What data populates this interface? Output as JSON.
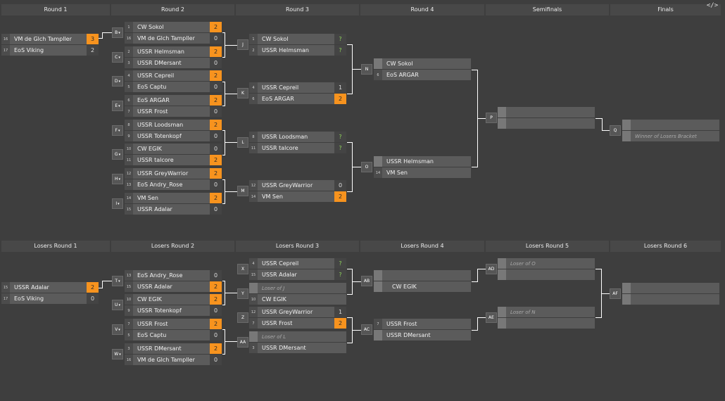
{
  "headers": {
    "upper": [
      "Round 1",
      "Round 2",
      "Round 3",
      "Round 4",
      "Semifinals",
      "Finals"
    ],
    "lower": [
      "Losers Round 1",
      "Losers Round 2",
      "Losers Round 3",
      "Losers Round 4",
      "Losers Round 5",
      "Losers Round 6"
    ]
  },
  "embed_icon": "</>",
  "matches": [
    {
      "label": "",
      "p": [
        {
          "seed": "16",
          "name": "VM de Glch Tampller",
          "score": "3",
          "win": true
        },
        {
          "seed": "17",
          "name": "EoS Viking",
          "score": "2"
        }
      ]
    },
    {
      "label": "B",
      "p": [
        {
          "seed": "1",
          "name": "CW Sokol",
          "score": "2",
          "win": true
        },
        {
          "seed": "16",
          "name": "VM de Glch Tampller",
          "score": "0"
        }
      ]
    },
    {
      "label": "C",
      "p": [
        {
          "seed": "2",
          "name": "USSR Helmsman",
          "score": "2",
          "win": true
        },
        {
          "seed": "3",
          "name": "USSR DMersant",
          "score": "0"
        }
      ]
    },
    {
      "label": "D",
      "p": [
        {
          "seed": "4",
          "name": "USSR Cepreil",
          "score": "2",
          "win": true
        },
        {
          "seed": "5",
          "name": "EoS Captu",
          "score": "0"
        }
      ]
    },
    {
      "label": "E",
      "p": [
        {
          "seed": "6",
          "name": "EoS ARGAR",
          "score": "2",
          "win": true
        },
        {
          "seed": "7",
          "name": "USSR Frost",
          "score": "0"
        }
      ]
    },
    {
      "label": "F",
      "p": [
        {
          "seed": "8",
          "name": "USSR Loodsman",
          "score": "2",
          "win": true
        },
        {
          "seed": "9",
          "name": "USSR Totenkopf",
          "score": "0"
        }
      ]
    },
    {
      "label": "G",
      "p": [
        {
          "seed": "10",
          "name": "CW EGIK",
          "score": "0"
        },
        {
          "seed": "11",
          "name": "USSR talcore",
          "score": "2",
          "win": true
        }
      ]
    },
    {
      "label": "H",
      "p": [
        {
          "seed": "12",
          "name": "USSR GreyWarrior",
          "score": "2",
          "win": true
        },
        {
          "seed": "13",
          "name": "EoS Andry_Rose",
          "score": "0"
        }
      ]
    },
    {
      "label": "I",
      "p": [
        {
          "seed": "14",
          "name": "VM Sen",
          "score": "2",
          "win": true
        },
        {
          "seed": "15",
          "name": "USSR Adalar",
          "score": "0"
        }
      ]
    },
    {
      "label": "J",
      "p": [
        {
          "seed": "1",
          "name": "CW Sokol",
          "score": "?",
          "q": true
        },
        {
          "seed": "2",
          "name": "USSR Helmsman",
          "score": "?",
          "q": true
        }
      ]
    },
    {
      "label": "K",
      "p": [
        {
          "seed": "4",
          "name": "USSR Cepreil",
          "score": "1"
        },
        {
          "seed": "6",
          "name": "EoS ARGAR",
          "score": "2",
          "win": true
        }
      ]
    },
    {
      "label": "L",
      "p": [
        {
          "seed": "8",
          "name": "USSR Loodsman",
          "score": "?",
          "q": true
        },
        {
          "seed": "11",
          "name": "USSR talcore",
          "score": "?",
          "q": true
        }
      ]
    },
    {
      "label": "M",
      "p": [
        {
          "seed": "12",
          "name": "USSR GreyWarrior",
          "score": "0"
        },
        {
          "seed": "14",
          "name": "VM Sen",
          "score": "2",
          "win": true
        }
      ]
    },
    {
      "label": "N",
      "p": [
        {
          "seed": "",
          "name": "CW Sokol"
        },
        {
          "seed": "6",
          "name": "EoS ARGAR"
        }
      ]
    },
    {
      "label": "O",
      "p": [
        {
          "seed": "",
          "name": "USSR Helmsman"
        },
        {
          "seed": "14",
          "name": "VM Sen"
        }
      ]
    },
    {
      "label": "P",
      "p": [
        {
          "seed": "",
          "name": ""
        },
        {
          "seed": "",
          "name": ""
        }
      ]
    },
    {
      "label": "Q",
      "p": [
        {
          "seed": "",
          "name": ""
        },
        {
          "seed": "",
          "name": "Winner of Losers Bracket",
          "ph": true
        }
      ]
    },
    {
      "label": "",
      "p": [
        {
          "seed": "15",
          "name": "USSR Adalar",
          "score": "2",
          "win": true
        },
        {
          "seed": "17",
          "name": "EoS Viking",
          "score": "0"
        }
      ]
    },
    {
      "label": "T",
      "p": [
        {
          "seed": "13",
          "name": "EoS Andry_Rose",
          "score": "0"
        },
        {
          "seed": "15",
          "name": "USSR Adalar",
          "score": "2",
          "win": true
        }
      ]
    },
    {
      "label": "U",
      "p": [
        {
          "seed": "10",
          "name": "CW EGIK",
          "score": "2",
          "win": true
        },
        {
          "seed": "9",
          "name": "USSR Totenkopf",
          "score": "0"
        }
      ]
    },
    {
      "label": "V",
      "p": [
        {
          "seed": "7",
          "name": "USSR Frost",
          "score": "2",
          "win": true
        },
        {
          "seed": "5",
          "name": "EoS Captu",
          "score": "0"
        }
      ]
    },
    {
      "label": "W",
      "p": [
        {
          "seed": "3",
          "name": "USSR DMersant",
          "score": "2",
          "win": true
        },
        {
          "seed": "16",
          "name": "VM de Glch Tampller",
          "score": "0"
        }
      ]
    },
    {
      "label": "X",
      "p": [
        {
          "seed": "4",
          "name": "USSR Cepreil",
          "score": "?",
          "q": true
        },
        {
          "seed": "15",
          "name": "USSR Adalar",
          "score": "?",
          "q": true
        }
      ]
    },
    {
      "label": "Y",
      "p": [
        {
          "seed": "",
          "name": "Loser of J",
          "ph": true
        },
        {
          "seed": "10",
          "name": "CW EGIK"
        }
      ]
    },
    {
      "label": "Z",
      "p": [
        {
          "seed": "12",
          "name": "USSR GreyWarrior",
          "score": "1"
        },
        {
          "seed": "7",
          "name": "USSR Frost",
          "score": "2",
          "win": true
        }
      ]
    },
    {
      "label": "AA",
      "p": [
        {
          "seed": "",
          "name": "Loser of L",
          "ph": true
        },
        {
          "seed": "3",
          "name": "USSR DMersant"
        }
      ]
    },
    {
      "label": "AB",
      "p": [
        {
          "seed": "",
          "name": ""
        },
        {
          "seed": "",
          "name": "CW EGIK"
        }
      ]
    },
    {
      "label": "AC",
      "p": [
        {
          "seed": "7",
          "name": "USSR Frost"
        },
        {
          "seed": "",
          "name": "USSR DMersant"
        }
      ]
    },
    {
      "label": "AD",
      "p": [
        {
          "seed": "",
          "name": "Loser of O",
          "ph": true
        },
        {
          "seed": "",
          "name": ""
        }
      ]
    },
    {
      "label": "AE",
      "p": [
        {
          "seed": "",
          "name": "Loser of N",
          "ph": true
        },
        {
          "seed": "",
          "name": ""
        }
      ]
    },
    {
      "label": "AF",
      "p": [
        {
          "seed": "",
          "name": ""
        },
        {
          "seed": "",
          "name": ""
        }
      ]
    }
  ]
}
